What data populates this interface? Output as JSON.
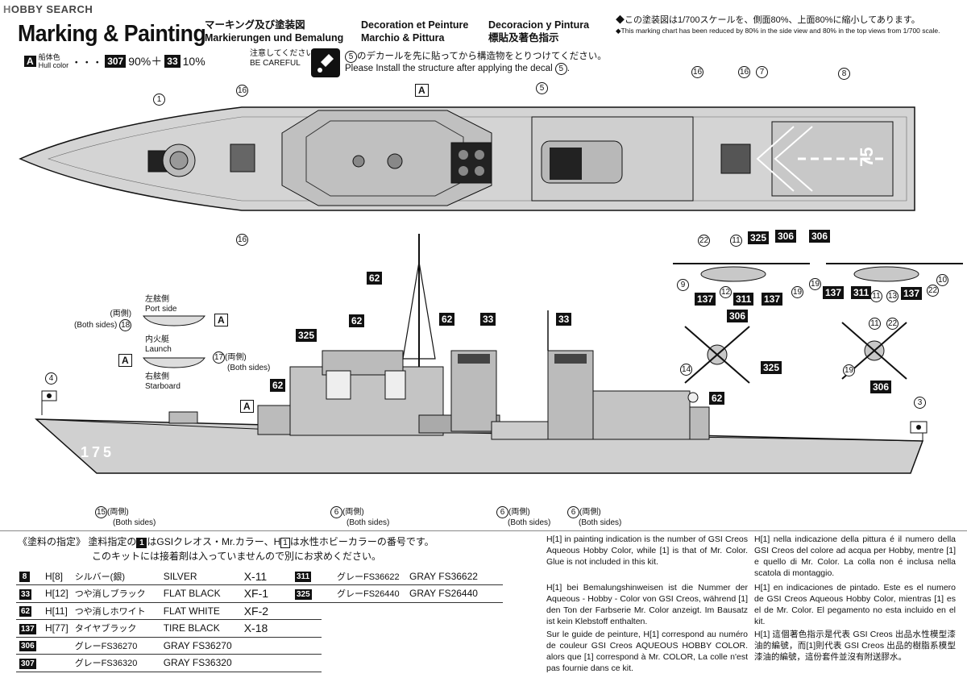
{
  "watermark": {
    "prefix": "H",
    "text": "OBBY SEARCH"
  },
  "header": {
    "title": "Marking & Painting",
    "sub_jp": "マーキング及び塗装図",
    "sub_de": "Markierungen und Bemalung",
    "sub_fr": "Decoration et Peinture",
    "sub_it": "Marchio & Pittura",
    "sub_es": "Decoracion y Pintura",
    "sub_zh": "標貼及著色指示",
    "scale_jp": "◆この塗装図は1/700スケールを、側面80%、上面80%に縮小してあります。",
    "scale_en": "◆This marking chart has been reduced by 80% in the side view and 80% in the top views from 1/700 scale."
  },
  "hull_color": {
    "code": "A",
    "label_jp": "船体色",
    "label_en": "Hull color",
    "dots": "・・・",
    "c1": "307",
    "p1": "90%＋",
    "c2": "33",
    "p2": "10%"
  },
  "caution": {
    "jp": "注意してください。",
    "en": "BE CAREFUL",
    "num": "5",
    "text_jp": "のデカールを先に貼ってから構造物をとりつけてください。",
    "text_en": "Please Install the structure after applying the decal",
    "text_en_end": "."
  },
  "callouts": {
    "c1": "1",
    "c16a": "16",
    "c16b": "16",
    "cA_top": "A",
    "c5": "5",
    "c16c": "16",
    "c16d": "16",
    "c7": "7",
    "c8": "8",
    "c62a": "62",
    "c62b": "62",
    "c62c": "62",
    "c62d": "62",
    "c62e": "62",
    "c325a": "325",
    "c33a": "33",
    "c33b": "33",
    "cA_side": "A",
    "c4": "4",
    "c3": "3",
    "c15": "15",
    "c6a": "6",
    "c6b": "6",
    "c6c": "6",
    "both_jp": "(両側)",
    "both_en": "(Both sides)",
    "hull_number": "175",
    "deck_number": "75"
  },
  "boats": {
    "port_jp": "左舷側",
    "port_en": "Port side",
    "launch_jp": "内火艇",
    "launch_en": "Launch",
    "star_jp": "右舷側",
    "star_en": "Starboard",
    "n18": "18",
    "n17": "17",
    "a1": "A",
    "a2": "A"
  },
  "heli": {
    "n22a": "22",
    "n11a": "11",
    "n325a": "325",
    "n306a": "306",
    "n306b": "306",
    "n9": "9",
    "n12": "12",
    "n19a": "19",
    "n19b": "19",
    "n10": "10",
    "n137a": "137",
    "n311a": "311",
    "n137b": "137",
    "n137c": "137",
    "n311b": "311",
    "n11b": "11",
    "n13": "13",
    "n137d": "137",
    "n22b": "22",
    "n306c": "306",
    "n14": "14",
    "n325b": "325",
    "n11c": "11",
    "n22c": "22",
    "n19c": "19",
    "n306d": "306"
  },
  "paint_note": {
    "head": "《塗料の指定》",
    "line1": "塗料指定の",
    "num": "1",
    "line1b": "はGSIクレオス・Mr.カラー、H",
    "line1c": "は水性ホビーカラーの番号です。",
    "line2": "このキットには接着剤は入っていませんので別にお求めください。"
  },
  "colors_left": [
    {
      "code": "8",
      "h": "H[8]",
      "jp": "シルバー(銀)",
      "en": "SILVER",
      "xf": "X-11"
    },
    {
      "code": "33",
      "h": "H[12]",
      "jp": "つや消しブラック",
      "en": "FLAT BLACK",
      "xf": "XF-1"
    },
    {
      "code": "62",
      "h": "H[11]",
      "jp": "つや消しホワイト",
      "en": "FLAT WHITE",
      "xf": "XF-2"
    },
    {
      "code": "137",
      "h": "H[77]",
      "jp": "タイヤブラック",
      "en": "TIRE BLACK",
      "xf": "X-18"
    },
    {
      "code": "306",
      "h": "",
      "jp": "グレーFS36270",
      "en": "GRAY FS36270",
      "xf": ""
    },
    {
      "code": "307",
      "h": "",
      "jp": "グレーFS36320",
      "en": "GRAY FS36320",
      "xf": ""
    }
  ],
  "colors_right": [
    {
      "code": "311",
      "jp": "グレーFS36622",
      "en": "GRAY FS36622"
    },
    {
      "code": "325",
      "jp": "グレーFS26440",
      "en": "GRAY FS26440"
    }
  ],
  "notes": {
    "en": "H[1] in painting indication is the number of GSI Creos Aqueous Hobby Color, while [1] is that of Mr. Color. Glue is not included in this kit.",
    "de": "H[1] bei Bemalungshinweisen ist die Nummer der Aqueous - Hobby - Color von GSI Creos, während [1] den Ton der Farbserie Mr. Color anzeigt. Im Bausatz ist kein Klebstoff enthalten.",
    "fr": "Sur le guide de peinture, H[1] correspond au numéro de couleur GSI Creos AQUEOUS HOBBY COLOR. alors que [1] correspond à Mr. COLOR, La colle n'est pas fournie dans ce kit.",
    "it": "H[1] nella indicazione della pittura é il numero della GSI Creos del colore ad acqua per Hobby, mentre [1] e quello di Mr. Color. La colla non é inclusa nella scatola di montaggio.",
    "es": "H[1] en indicaciones de pintado. Este es el numero de GSI Creos Aqueous Hobby Color, mientras [1] es el de Mr. Color. El pegamento no esta incluido en el kit.",
    "zh": "H[1] 這個著色指示是代表 GSI Creos 出品水性模型漆油的編號，而[1]則代表 GSI Creos 出品的樹脂系模型漆油的編號，這份套件並沒有附送膠水。"
  }
}
